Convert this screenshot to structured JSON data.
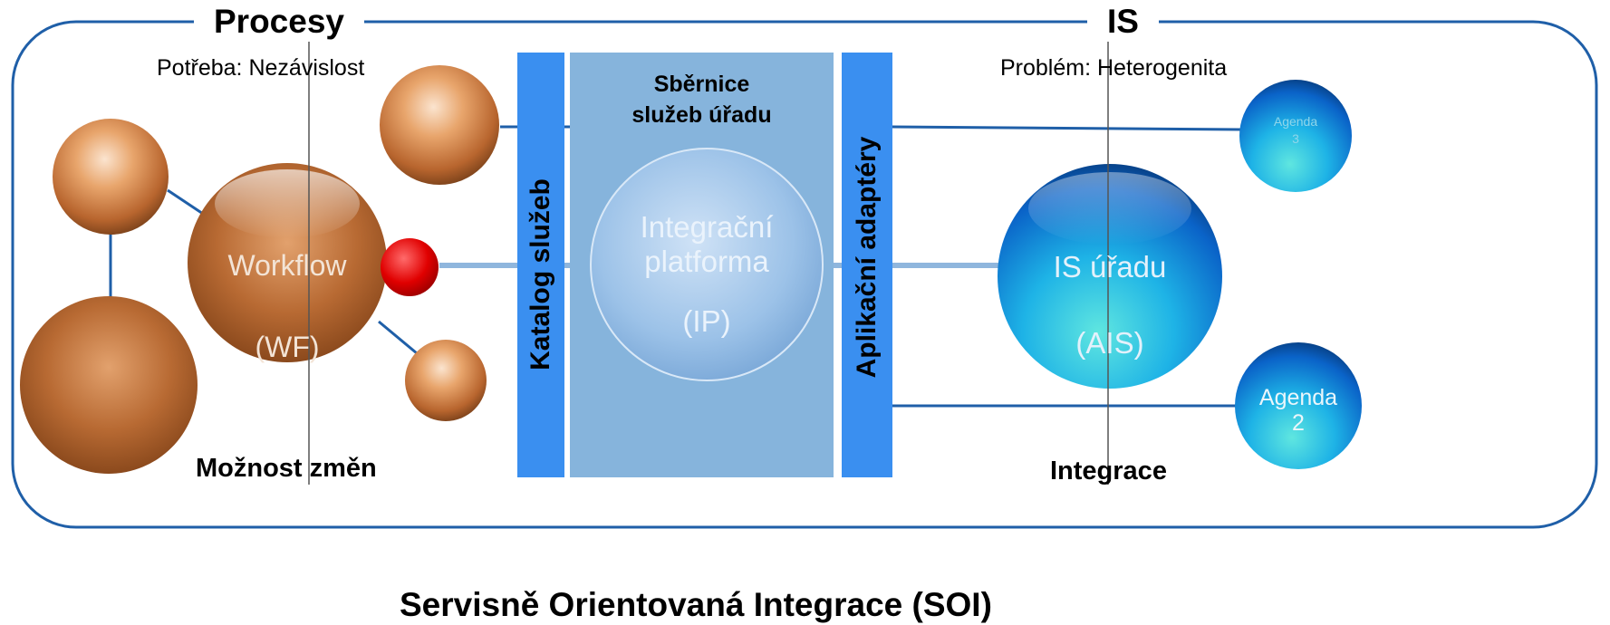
{
  "header": {
    "left": "Procesy",
    "right": "IS",
    "bottom": "Servisně Orientovaná Integrace (SOI)"
  },
  "left_notes": {
    "need": "Potřeba: Nezávislost",
    "change": "Možnost změn"
  },
  "right_notes": {
    "problem": "Problém: Heterogenita",
    "integration": "Integrace"
  },
  "bus": {
    "title_line1": "Sběrnice",
    "title_line2": "služeb úřadu",
    "catalog": "Katalog služeb",
    "adapters": "Aplikační adaptéry"
  },
  "nodes": {
    "workflow_line1": "Workflow",
    "workflow_line2": "(WF)",
    "ip_line1": "Integrační",
    "ip_line2": "platforma",
    "ip_line3": "(IP)",
    "ais_line1": "IS úřadu",
    "ais_line2": "(AIS)",
    "agenda3_line1": "Agenda",
    "agenda3_line2": "3",
    "agenda2_line1": "Agenda",
    "agenda2_line2": "2"
  },
  "colors": {
    "frame": "#1f5fa8",
    "bus_bar": "#3a8ff0",
    "bus_center": "#86b4dc",
    "connector": "#8fb6dd",
    "orange_ball": "#b8652e",
    "blue_ball": "#1a8be0",
    "red_dot": "#e00000"
  }
}
